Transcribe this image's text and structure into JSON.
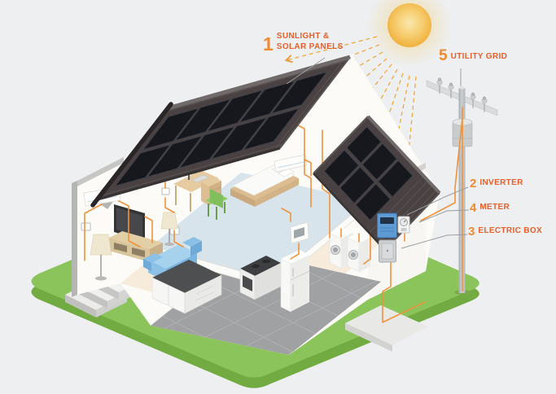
{
  "scene": {
    "background": "#EDEFF1",
    "accent_number": "#ED8B35",
    "accent_text": "#E5602C",
    "wire": "#F0923B",
    "sun": "#F3C04C",
    "lawn": "#8CC45C",
    "lawn_side": "#72AB41",
    "roof": "#4A4242",
    "panel": "#17181D",
    "inverter": "#5E9AD3",
    "floor_upper": "#D8E4EC",
    "floor_cream": "#F7ECDB"
  },
  "labels": {
    "sunlight": {
      "number": "1",
      "line1": "SUNLIGHT &",
      "line2": "SOLAR PANELS"
    },
    "inverter": {
      "number": "2",
      "text": "INVERTER"
    },
    "electric_box": {
      "number": "3",
      "text": "ELECTRIC BOX"
    },
    "meter": {
      "number": "4",
      "text": "METER"
    },
    "utility_grid": {
      "number": "5",
      "text": "UTILITY GRID"
    }
  }
}
